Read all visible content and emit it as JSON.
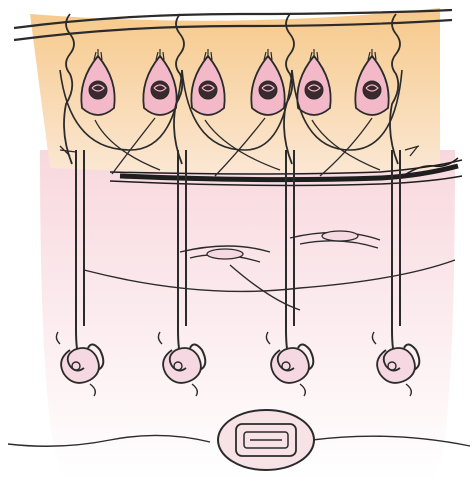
{
  "colors": {
    "background": "#ffffff",
    "epithelium_top": "#f6c98a",
    "epithelium_bottom": "#fbe7d3",
    "tissue_top": "#f8d8de",
    "tissue_bottom": "#ffffff",
    "hair_cell_fill": "#f3b9c8",
    "ink": "#2b2b2b",
    "cell_body_fill": "#f6d8e2"
  },
  "diagram": {
    "hair_cell_count": 6,
    "spiral_ganglion_count": 4,
    "nerve_bundle_count": 1,
    "has_electrode_cross_section": true
  }
}
